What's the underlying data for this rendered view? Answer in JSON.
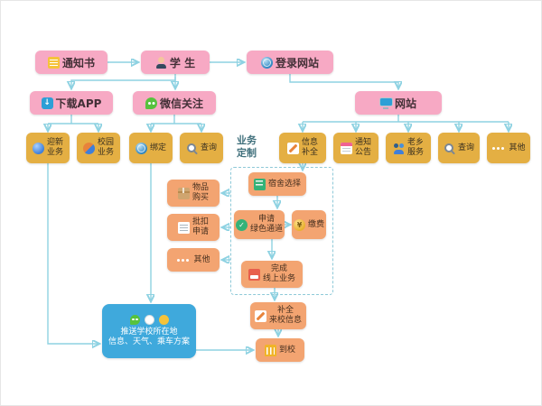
{
  "colors": {
    "pink_node": "#f7a9c4",
    "gold_node": "#e4af43",
    "orange_node": "#f3a471",
    "blue_node": "#3fa9dc",
    "wire": "#8ed2e2"
  },
  "flow": {
    "notice": "通知书",
    "student": "学 生",
    "login_site": "登录网站",
    "download_app": "下载APP",
    "wechat_follow": "微信关注",
    "website": "网站",
    "welcome_biz": "迎新\n业务",
    "campus_biz": "校园\n业务",
    "bind": "绑定",
    "query_wechat": "查询",
    "biz_custom": "业务\n定制",
    "info_complete": "信息\n补全",
    "notice_announce": "通知\n公告",
    "fellow_service": "老乡\n服务",
    "query_web": "查询",
    "other_web": "其他",
    "goods_purchase": "物品\n购买",
    "batch_deduction": "批扣\n申请",
    "other_biz": "其他",
    "dorm_select": "宿舍选择",
    "green_channel": "申请\n绿色通道",
    "pay_fee": "缴费",
    "finish_online": "完成\n线上业务",
    "fill_arrival_info": "补全\n来校信息",
    "arrive_school": "到校",
    "push_info": "推送学校所在地\n信息、天气、乘车方案"
  },
  "icon_names": [
    "document-icon",
    "student-icon",
    "globe-icon",
    "app-download-icon",
    "wechat-icon",
    "monitor-icon",
    "new-student-icon",
    "campus-icon",
    "search-icon",
    "pencil-icon",
    "announcement-icon",
    "people-icon",
    "dots-icon",
    "package-icon",
    "form-icon",
    "dorm-building-icon",
    "green-check-icon",
    "money-icon",
    "card-icon",
    "school-building-icon",
    "message-icon",
    "info-icon"
  ]
}
